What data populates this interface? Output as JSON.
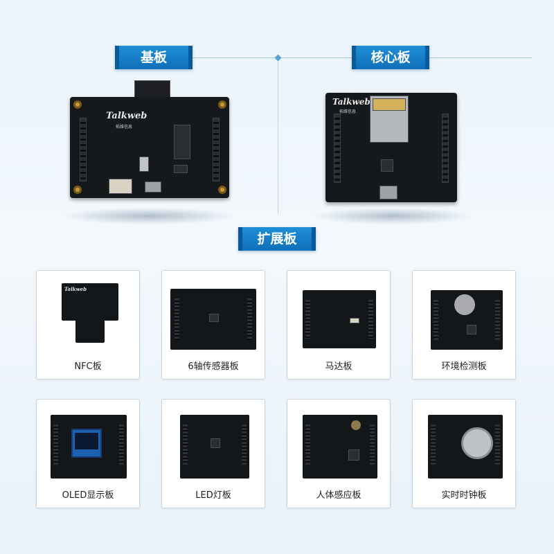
{
  "sections": {
    "base_board": "基板",
    "core_board": "核心板",
    "expansion_boards": "扩展板"
  },
  "pcb_text": {
    "brand": "Talkweb",
    "brand_cn": "拓维信息"
  },
  "boards": [
    {
      "label": "NFC板"
    },
    {
      "label": "6轴传感器板"
    },
    {
      "label": "马达板"
    },
    {
      "label": "环境检测板"
    },
    {
      "label": "OLED显示板"
    },
    {
      "label": "LED灯板"
    },
    {
      "label": "人体感应板"
    },
    {
      "label": "实时时钟板"
    }
  ],
  "colors": {
    "tag_blue": "#1f8fd8",
    "pcb_black": "#16191c",
    "background": "#eaf4fb"
  }
}
